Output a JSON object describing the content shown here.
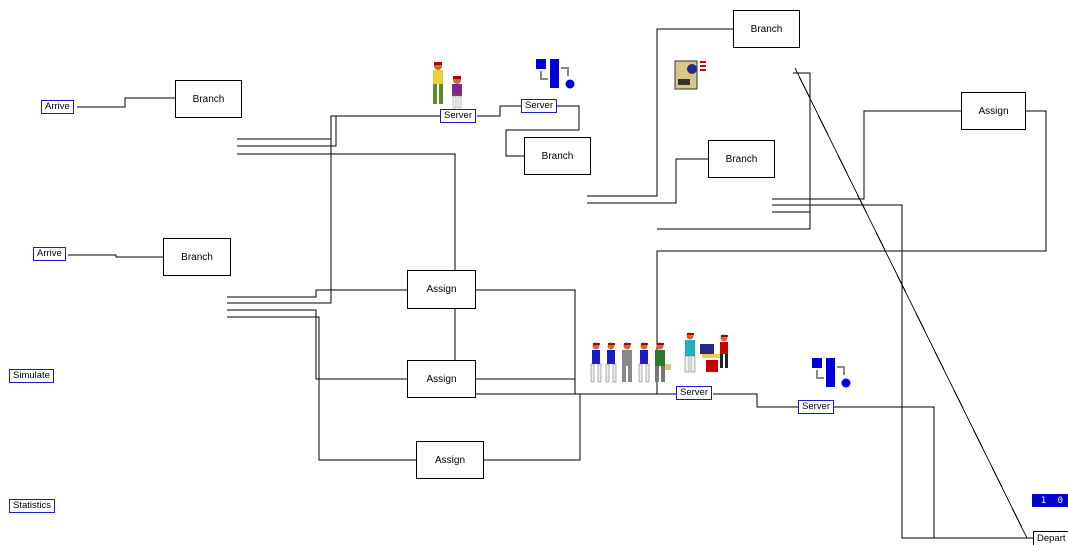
{
  "blocks": {
    "branch_1": "Branch",
    "branch_2": "Branch",
    "branch_3": "Branch",
    "branch_4": "Branch",
    "branch_5": "Branch",
    "assign_1": "Assign",
    "assign_2": "Assign",
    "assign_3": "Assign",
    "assign_4": "Assign"
  },
  "labels": {
    "arrive_1": "Arrive",
    "arrive_2": "Arrive",
    "server_1": "Server",
    "server_2": "Server",
    "server_3": "Server",
    "server_4": "Server",
    "simulate": "Simulate",
    "statistics": "Statistics",
    "depart": "Depart"
  },
  "counter": {
    "value": "1 0"
  },
  "colors": {
    "label_border": "#1a1acc",
    "counter_bg": "#0000cc",
    "line": "#000000"
  },
  "icons": [
    "workers-pair-icon",
    "process-flow-icon",
    "fax-machine-icon",
    "queue-people-icon",
    "process-flow-icon"
  ]
}
